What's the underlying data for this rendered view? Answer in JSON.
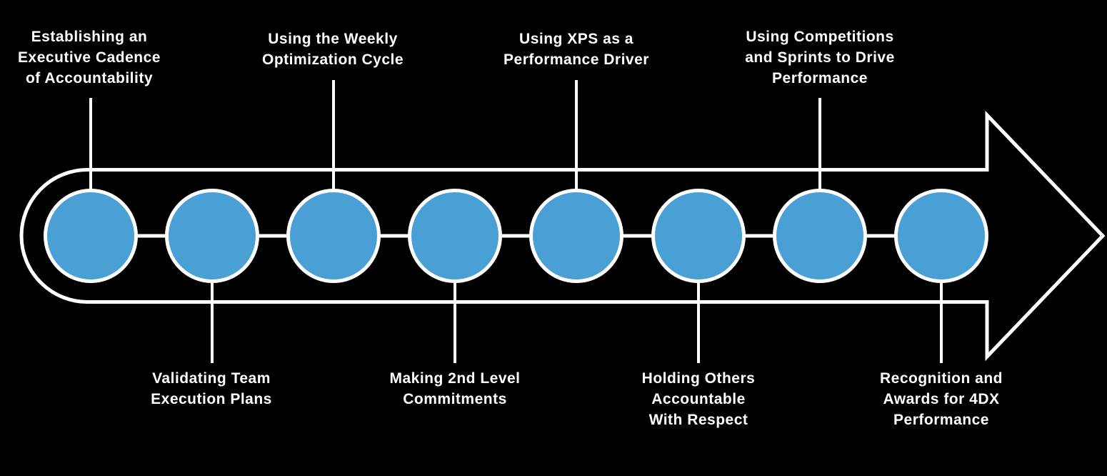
{
  "diagram": {
    "background_color": "#000000",
    "line_color": "#ffffff",
    "node_color": "#4A9FD5",
    "node_border_color": "#ffffff",
    "arrow_icon": "right-arrow-process-flow",
    "steps": [
      {
        "index": 1,
        "position": "top",
        "label": "Establishing an\nExecutive Cadence\nof Accountability"
      },
      {
        "index": 2,
        "position": "bottom",
        "label": "Validating Team\nExecution Plans"
      },
      {
        "index": 3,
        "position": "top",
        "label": "Using the Weekly\nOptimization Cycle"
      },
      {
        "index": 4,
        "position": "bottom",
        "label": "Making 2nd Level\nCommitments"
      },
      {
        "index": 5,
        "position": "top",
        "label": "Using XPS as a\nPerformance Driver"
      },
      {
        "index": 6,
        "position": "bottom",
        "label": "Holding Others\nAccountable\nWith Respect"
      },
      {
        "index": 7,
        "position": "top",
        "label": "Using Competitions\nand Sprints to Drive\nPerformance"
      },
      {
        "index": 8,
        "position": "bottom",
        "label": "Recognition and\nAwards for 4DX\nPerformance"
      }
    ]
  }
}
